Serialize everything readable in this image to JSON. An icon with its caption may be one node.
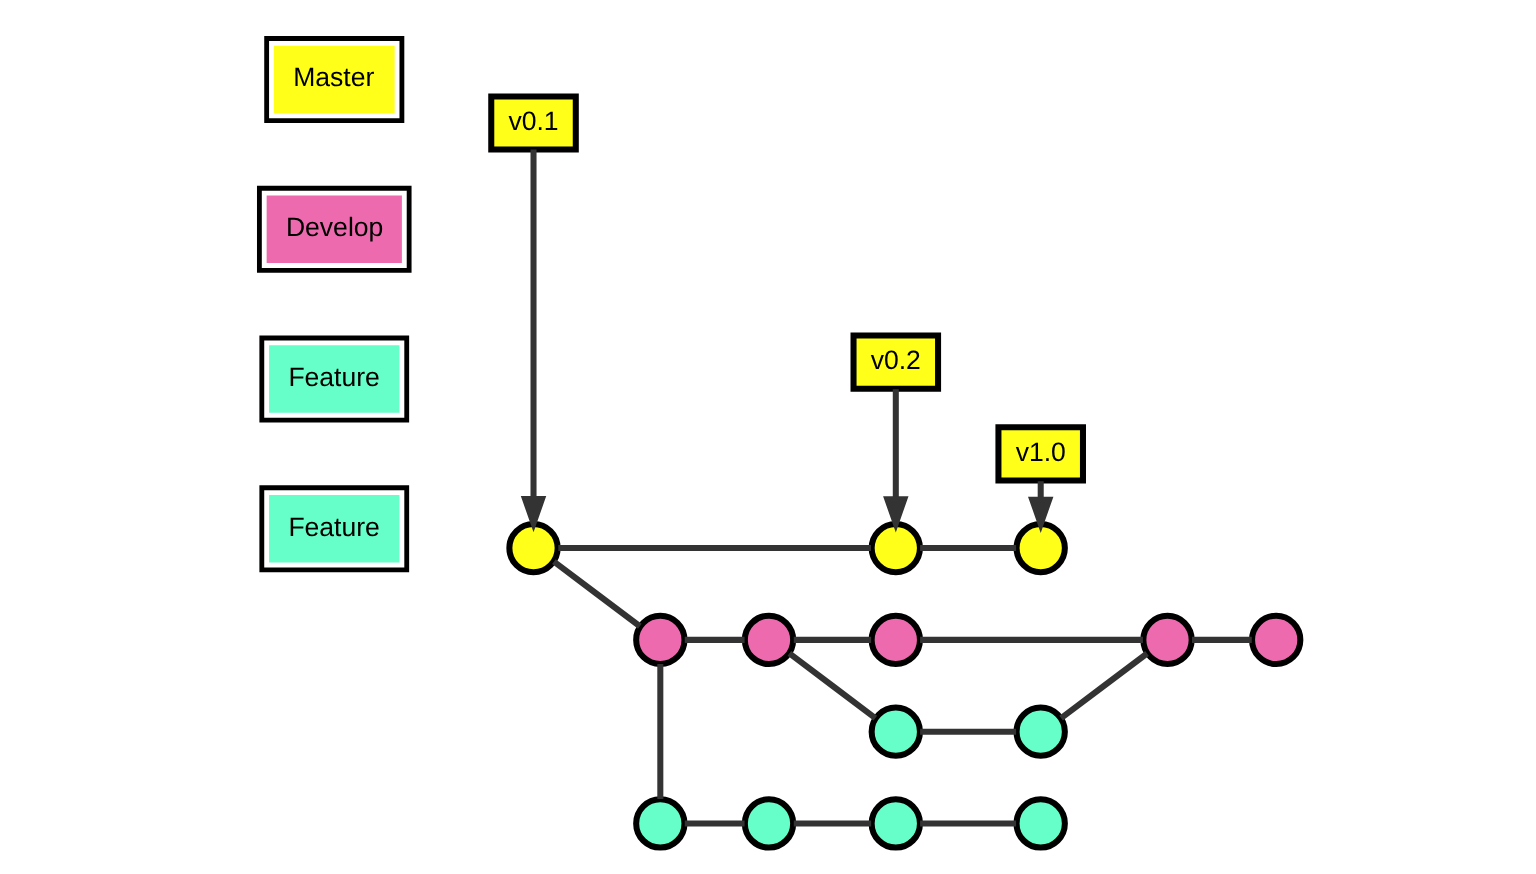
{
  "diagram": {
    "nodes": [
      {
        "text": [
          "v0.1"
        ]
      },
      {
        "text": [
          "v0.2"
        ]
      },
      {
        "text": [
          "v1.0"
        ]
      },
      {
        "text": [],
        "shape": "circle"
      },
      {
        "text": [],
        "shape": "circle"
      },
      {
        "text": [],
        "shape": "circle"
      },
      {
        "text": [],
        "shape": "circle"
      },
      {
        "text": [],
        "shape": "circle"
      },
      {
        "text": [],
        "shape": "circle"
      },
      {
        "text": [],
        "shape": "circle"
      },
      {
        "text": [],
        "shape": "circle"
      },
      {
        "text": [],
        "shape": "circle"
      },
      {
        "text": [],
        "shape": "circle"
      },
      {
        "text": [],
        "shape": "circle"
      },
      {
        "text": [],
        "shape": "circle"
      },
      {
        "text": [],
        "shape": "circle"
      },
      {
        "text": [],
        "shape": "circle"
      }
    ],
    "edges": [
      {
        "from": 0,
        "to": 3,
        "arrow": "to"
      },
      {
        "from": 1,
        "to": 4,
        "arrow": "to"
      },
      {
        "from": 2,
        "to": 5,
        "arrow": "to"
      },
      {
        "from": 3,
        "to": 4,
        "arrow": "none"
      },
      {
        "from": 4,
        "to": 5,
        "arrow": "none"
      },
      {
        "from": 3,
        "to": 6,
        "arrow": "none"
      },
      {
        "from": 6,
        "to": 7,
        "arrow": "none"
      },
      {
        "from": 7,
        "to": 8,
        "arrow": "none"
      },
      {
        "from": 8,
        "to": 9,
        "arrow": "none"
      },
      {
        "from": 9,
        "to": 10,
        "arrow": "none"
      },
      {
        "from": 7,
        "to": 11,
        "arrow": "none"
      },
      {
        "from": 11,
        "to": 12,
        "arrow": "none"
      },
      {
        "from": 12,
        "to": 9,
        "arrow": "none"
      },
      {
        "from": 6,
        "to": 13,
        "arrow": "none"
      },
      {
        "from": 13,
        "to": 14,
        "arrow": "none"
      },
      {
        "from": 14,
        "to": 15,
        "arrow": "none"
      },
      {
        "from": 15,
        "to": 16,
        "arrow": "none"
      }
    ],
    "legend": [
      {
        "text": "Master",
        "color": "#ffff1a"
      },
      {
        "text": "Develop",
        "color": "#ee6aae"
      },
      {
        "text": "Feature",
        "color": "#66ffc9"
      },
      {
        "text": "Feature",
        "color": "#66ffc9"
      }
    ]
  }
}
